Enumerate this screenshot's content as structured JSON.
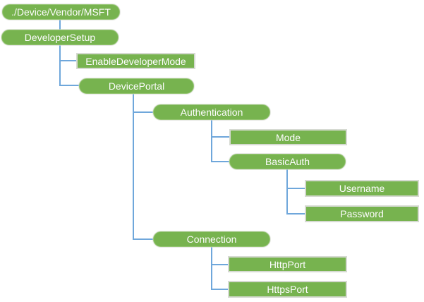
{
  "diagram": {
    "type": "tree",
    "description": "CSP configuration tree diagram",
    "nodes": {
      "root": {
        "label": "./Device/Vendor/MSFT",
        "shape": "pill"
      },
      "developer_setup": {
        "label": "DeveloperSetup",
        "shape": "pill"
      },
      "enable_developer_mode": {
        "label": "EnableDeveloperMode",
        "shape": "rect"
      },
      "device_portal": {
        "label": "DevicePortal",
        "shape": "pill"
      },
      "authentication": {
        "label": "Authentication",
        "shape": "pill"
      },
      "mode": {
        "label": "Mode",
        "shape": "rect"
      },
      "basic_auth": {
        "label": "BasicAuth",
        "shape": "pill"
      },
      "username": {
        "label": "Username",
        "shape": "rect"
      },
      "password": {
        "label": "Password",
        "shape": "rect"
      },
      "connection": {
        "label": "Connection",
        "shape": "pill"
      },
      "http_port": {
        "label": "HttpPort",
        "shape": "rect"
      },
      "https_port": {
        "label": "HttpsPort",
        "shape": "rect"
      }
    },
    "hierarchy": {
      "./Device/Vendor/MSFT": {
        "DeveloperSetup": {
          "EnableDeveloperMode": {},
          "DevicePortal": {
            "Authentication": {
              "Mode": {},
              "BasicAuth": {
                "Username": {},
                "Password": {}
              }
            },
            "Connection": {
              "HttpPort": {},
              "HttpsPort": {}
            }
          }
        }
      }
    },
    "colors": {
      "node_fill": "#77B34F",
      "pill_border": "#94C571",
      "rect_border": "#D6DAD2",
      "connector": "#6FA7DB",
      "text": "#FFFFFF",
      "background": "#FFFFFF"
    }
  }
}
